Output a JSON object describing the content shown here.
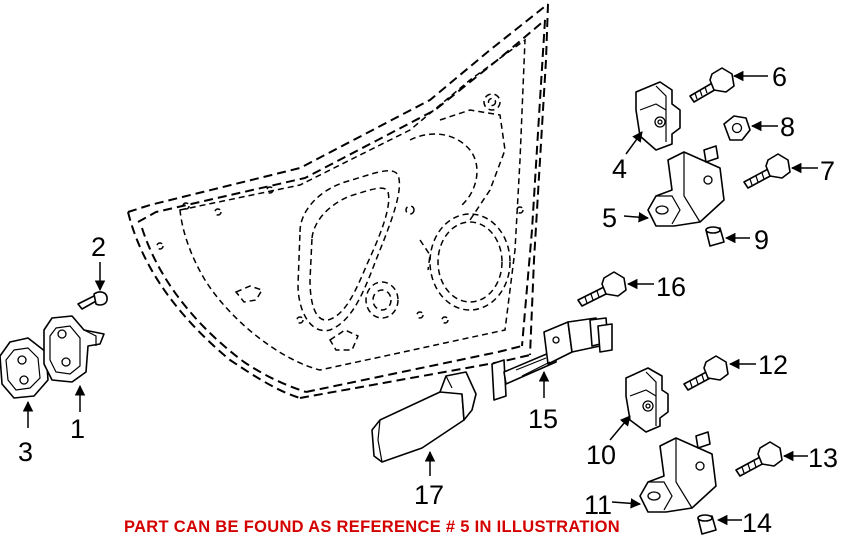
{
  "callouts": [
    {
      "id": "1",
      "text": "1"
    },
    {
      "id": "2",
      "text": "2"
    },
    {
      "id": "3",
      "text": "3"
    },
    {
      "id": "4",
      "text": "4"
    },
    {
      "id": "5",
      "text": "5"
    },
    {
      "id": "6",
      "text": "6"
    },
    {
      "id": "7",
      "text": "7"
    },
    {
      "id": "8",
      "text": "8"
    },
    {
      "id": "9",
      "text": "9"
    },
    {
      "id": "10",
      "text": "10"
    },
    {
      "id": "11",
      "text": "11"
    },
    {
      "id": "12",
      "text": "12"
    },
    {
      "id": "13",
      "text": "13"
    },
    {
      "id": "14",
      "text": "14"
    },
    {
      "id": "15",
      "text": "15"
    },
    {
      "id": "16",
      "text": "16"
    },
    {
      "id": "17",
      "text": "17"
    }
  ],
  "note": {
    "text": "PART CAN BE FOUND AS REFERENCE # 5 IN ILLUSTRATION",
    "color": "#d40000"
  }
}
